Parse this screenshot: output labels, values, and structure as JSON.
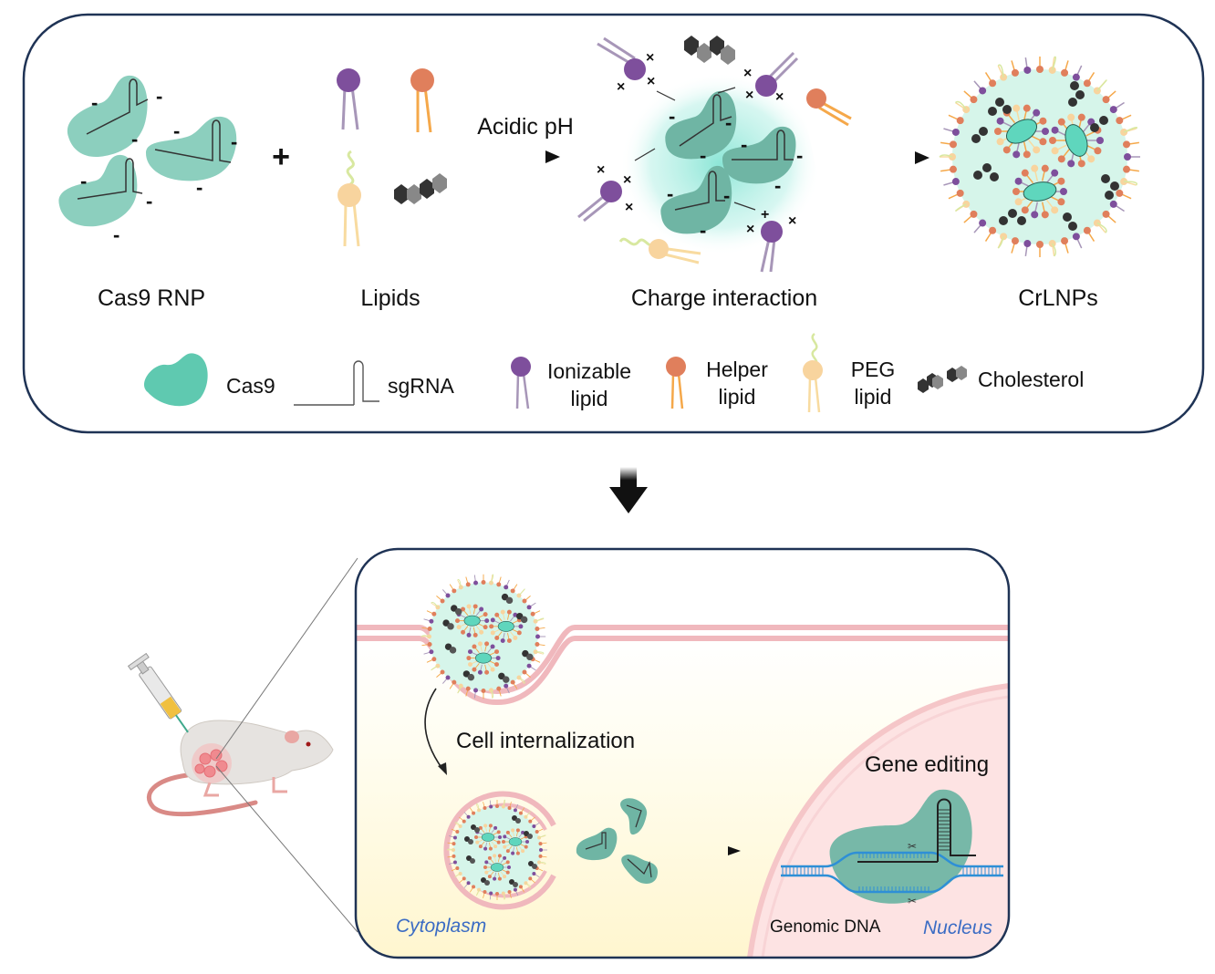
{
  "top_panel": {
    "steps": [
      {
        "id": "cas9-rnp",
        "label": "Cas9 RNP"
      },
      {
        "id": "lipids",
        "label": "Lipids"
      },
      {
        "id": "charge-interaction",
        "label": "Charge interaction"
      },
      {
        "id": "crlnps",
        "label": "CrLNPs"
      }
    ],
    "plus_sign": "+",
    "arrow_label": "Acidic pH",
    "charge_negative": "-",
    "charge_positive": "+",
    "legend": [
      {
        "id": "cas9",
        "label": "Cas9",
        "label2": ""
      },
      {
        "id": "sgrna",
        "label": "sgRNA",
        "label2": ""
      },
      {
        "id": "ionizable-lipid",
        "label": "Ionizable",
        "label2": "lipid"
      },
      {
        "id": "helper-lipid",
        "label": "Helper",
        "label2": "lipid"
      },
      {
        "id": "peg-lipid",
        "label": "PEG",
        "label2": "lipid"
      },
      {
        "id": "cholesterol",
        "label": "Cholesterol",
        "label2": ""
      }
    ]
  },
  "bottom_panel": {
    "internalization_label": "Cell internalization",
    "gene_editing_label": "Gene editing",
    "genomic_dna_label": "Genomic DNA",
    "cytoplasm_label": "Cytoplasm",
    "nucleus_label": "Nucleus"
  },
  "colors": {
    "panel_border": "#1f3355",
    "cas9": "#5fc9b0",
    "cas9_dark": "#7dbfae",
    "ionizable": "#7e4f9c",
    "helper": "#e07f5c",
    "peg": "#f8d49e",
    "peg_tail": "#d8e8a0",
    "cholesterol": "#3a3a3a",
    "membrane": "#f0b8bd",
    "dna": "#2e8fd6",
    "label_blue": "#3b6cc4"
  }
}
